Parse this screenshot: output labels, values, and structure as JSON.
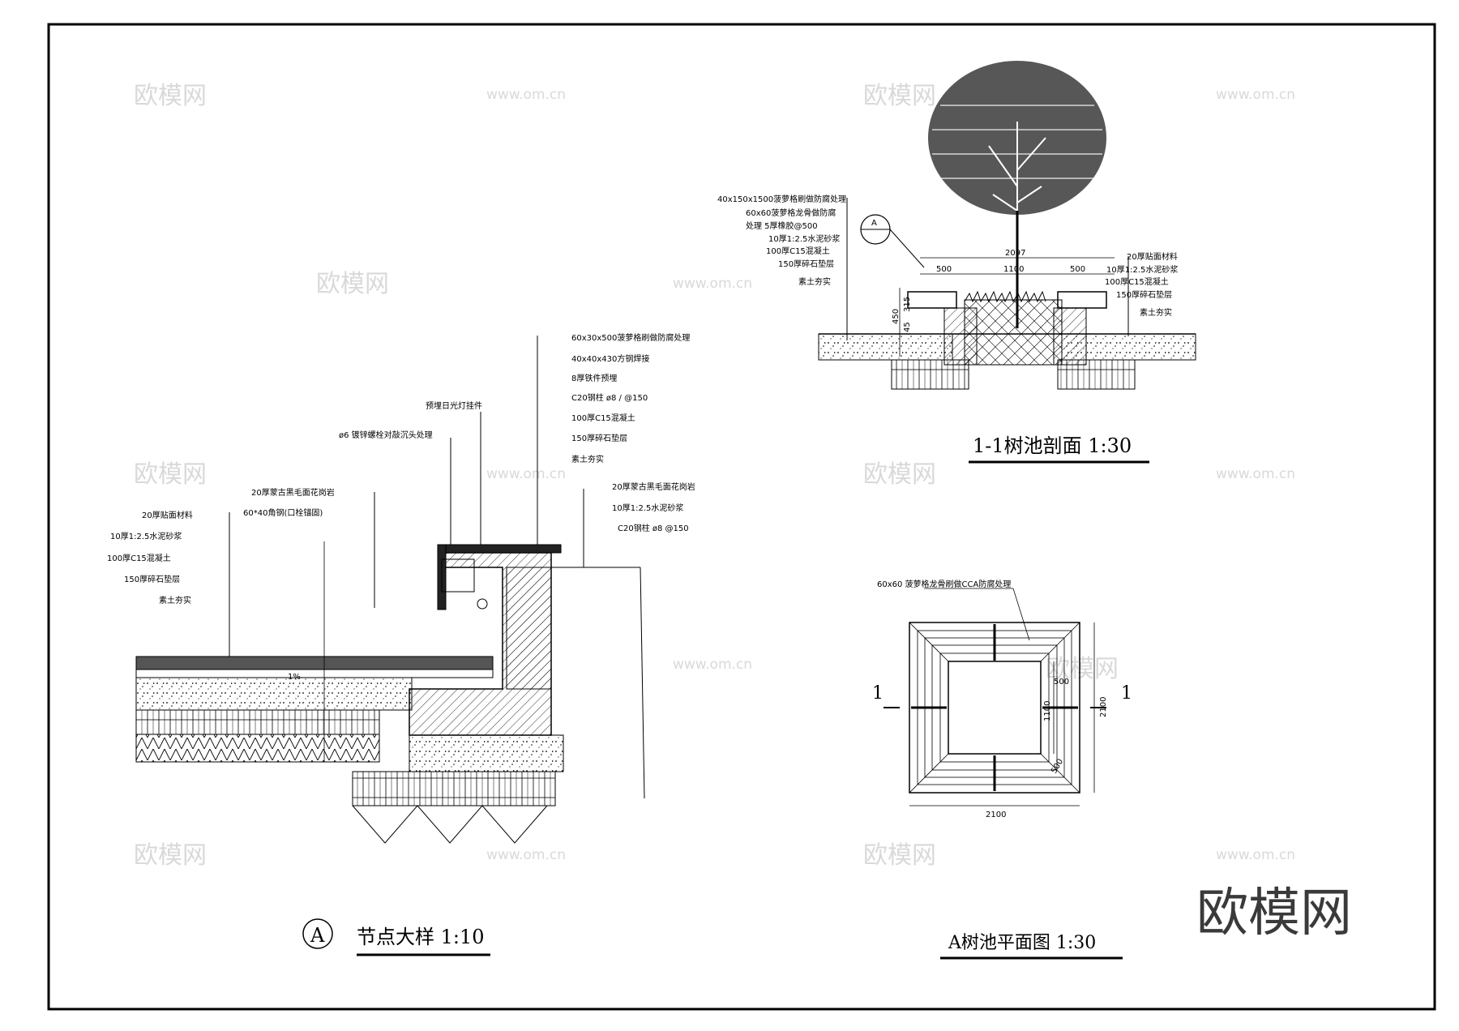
{
  "watermark": {
    "brand": "欧模网",
    "url": "www.om.cn"
  },
  "logo": "欧模网",
  "detail_a": {
    "marker": "A",
    "title": "节点大样 1:10",
    "labels_top": [
      "60x30x500菠萝格刷做防腐处理",
      "40x40x430方钢焊接",
      "8厚铁件预埋",
      "C20钢柱   ø8 / @150",
      "100厚C15混凝土",
      "150厚碎石垫层",
      "素土夯实"
    ],
    "label_light": "预埋日光灯挂件",
    "label_bolt": "ø6  镀锌螺栓对敲沉头处理",
    "label_granite_left": "20厚蒙古黑毛面花岗岩",
    "label_angle": "60*40角钢(口栓锚固)",
    "labels_right": [
      "20厚蒙古黑毛面花岗岩",
      "10厚1:2.5水泥砂浆",
      "C20钢柱    ø8   @150"
    ],
    "labels_left": [
      "20厚贴面材料",
      "10厚1:2.5水泥砂浆",
      "100厚C15混凝土",
      "150厚碎石垫层",
      "素土夯实"
    ],
    "slope": "1%"
  },
  "section_1": {
    "title": "1-1树池剖面   1:30",
    "marker": "A",
    "labels_left": [
      "40x150x1500菠萝格刷做防腐处理",
      "60x60菠萝格龙骨做防腐",
      "处理    5厚橡胶@500",
      "10厚1:2.5水泥砂浆",
      "100厚C15混凝土",
      "150厚碎石垫层",
      "素土夯实"
    ],
    "labels_right": [
      "20厚贴面材料",
      "10厚1:2.5水泥砂浆",
      "100厚C15混凝土",
      "150厚碎石垫层",
      "素土夯实"
    ],
    "dims": {
      "total": "2097",
      "left": "500",
      "mid": "1100",
      "right": "500",
      "h1": "450",
      "h2": "315",
      "h3": "45"
    }
  },
  "plan_a": {
    "title": "A树池平面图   1:30",
    "label": "60x60   菠萝格龙骨刷做CCA防腐处理",
    "cut_left": "1",
    "cut_right": "1",
    "dims": {
      "width": "2100",
      "height": "2100",
      "inner": "1100",
      "side_top": "500",
      "side_bottom": "500"
    }
  }
}
